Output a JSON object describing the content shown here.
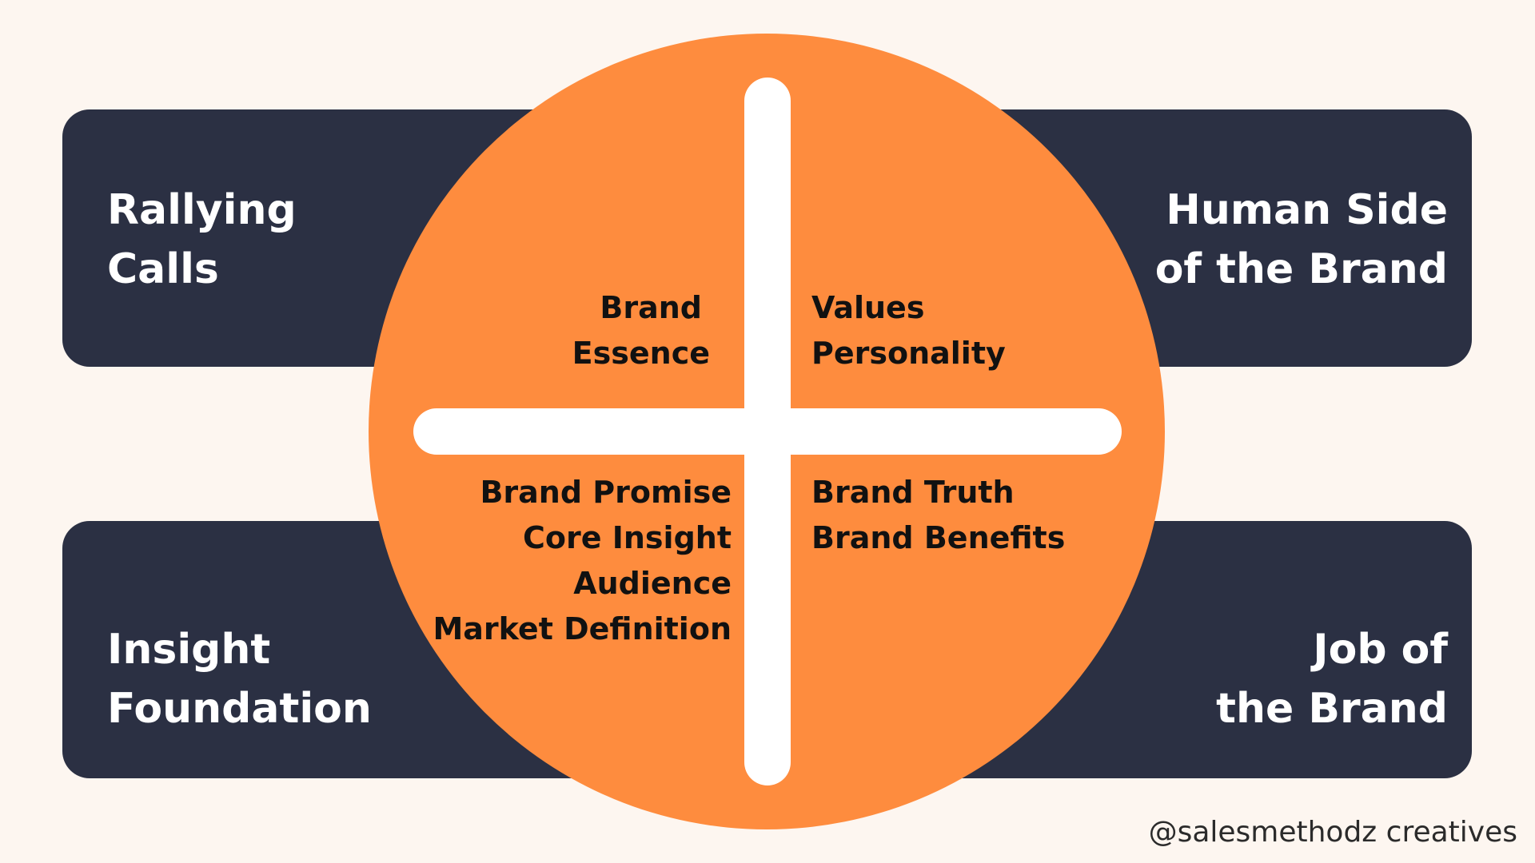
{
  "corners": {
    "top_left": "Rallying\nCalls",
    "top_right": "Human Side\nof the Brand",
    "bottom_left": "Insight\nFoundation",
    "bottom_right": "Job of\nthe Brand"
  },
  "quadrants": {
    "top_left": [
      "Brand",
      "Essence"
    ],
    "top_right": [
      "Values",
      "Personality"
    ],
    "bottom_left": [
      "Brand Promise",
      "Core Insight",
      "Audience",
      "Market Definition"
    ],
    "bottom_right": [
      "Brand Truth",
      "Brand Benefits"
    ]
  },
  "credit": "@salesmethodz creatives",
  "colors": {
    "background": "#fdf6f0",
    "box": "#2b3043",
    "circle": "#fe8c3e",
    "cross": "#ffffff",
    "quadrant_text": "#111111",
    "corner_text": "#ffffff"
  }
}
